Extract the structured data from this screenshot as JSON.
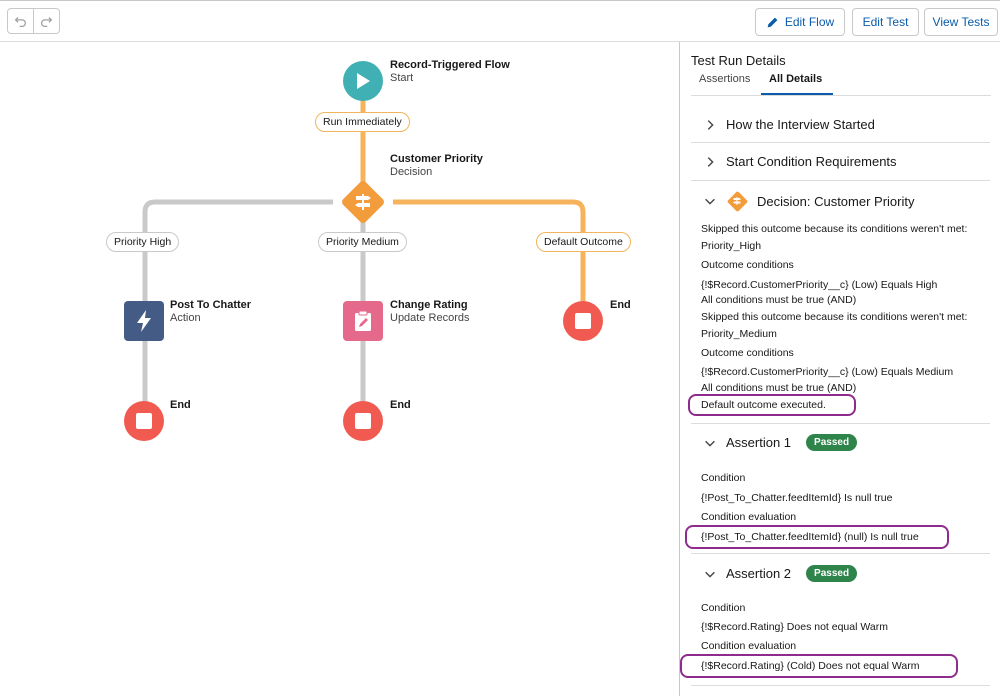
{
  "toolbar": {
    "undo_icon": "undo-icon",
    "redo_icon": "redo-icon",
    "edit_flow_label": "Edit Flow",
    "edit_test_label": "Edit Test",
    "view_tests_label": "View Tests"
  },
  "canvas": {
    "start": {
      "title": "Record-Triggered Flow",
      "subtitle": "Start"
    },
    "run_immediately": "Run Immediately",
    "decision": {
      "title": "Customer Priority",
      "subtitle": "Decision"
    },
    "outcomes": {
      "high": "Priority High",
      "medium": "Priority Medium",
      "default": "Default Outcome"
    },
    "action": {
      "title": "Post To Chatter",
      "subtitle": "Action"
    },
    "update": {
      "title": "Change Rating",
      "subtitle": "Update Records"
    },
    "end_label": "End"
  },
  "colors": {
    "start": "#40b0b4",
    "decision": "#f29c3c",
    "action": "#445c85",
    "update": "#e5698a",
    "end": "#f15a50",
    "connector_grey": "#c9c9c9",
    "connector_orange": "#f7b35c",
    "passed": "#2e844a",
    "highlight": "#8e2c8e"
  },
  "panel": {
    "title": "Test Run Details",
    "tabs": [
      "Assertions",
      "All Details"
    ],
    "sections": {
      "interview": "How the Interview Started",
      "start_condition": "Start Condition Requirements",
      "decision": "Decision: Customer Priority"
    },
    "decision_lines": [
      "Skipped this outcome because its conditions weren't met:",
      "Priority_High",
      "Outcome conditions",
      "{!$Record.CustomerPriority__c} (Low) Equals High",
      "All conditions must be true (AND)",
      "Skipped this outcome because its conditions weren't met:",
      "Priority_Medium",
      "Outcome conditions",
      "{!$Record.CustomerPriority__c} (Low) Equals Medium",
      "All conditions must be true (AND)",
      "Default outcome executed."
    ],
    "assertion1": {
      "title": "Assertion 1",
      "badge": "Passed",
      "condition_label": "Condition",
      "condition": "{!Post_To_Chatter.feedItemId} Is null true",
      "eval_label": "Condition evaluation",
      "evaluation": "{!Post_To_Chatter.feedItemId} (null) Is null true"
    },
    "assertion2": {
      "title": "Assertion 2",
      "badge": "Passed",
      "condition_label": "Condition",
      "condition": "{!$Record.Rating} Does not equal Warm",
      "eval_label": "Condition evaluation",
      "evaluation": "{!$Record.Rating} (Cold) Does not equal Warm"
    }
  }
}
